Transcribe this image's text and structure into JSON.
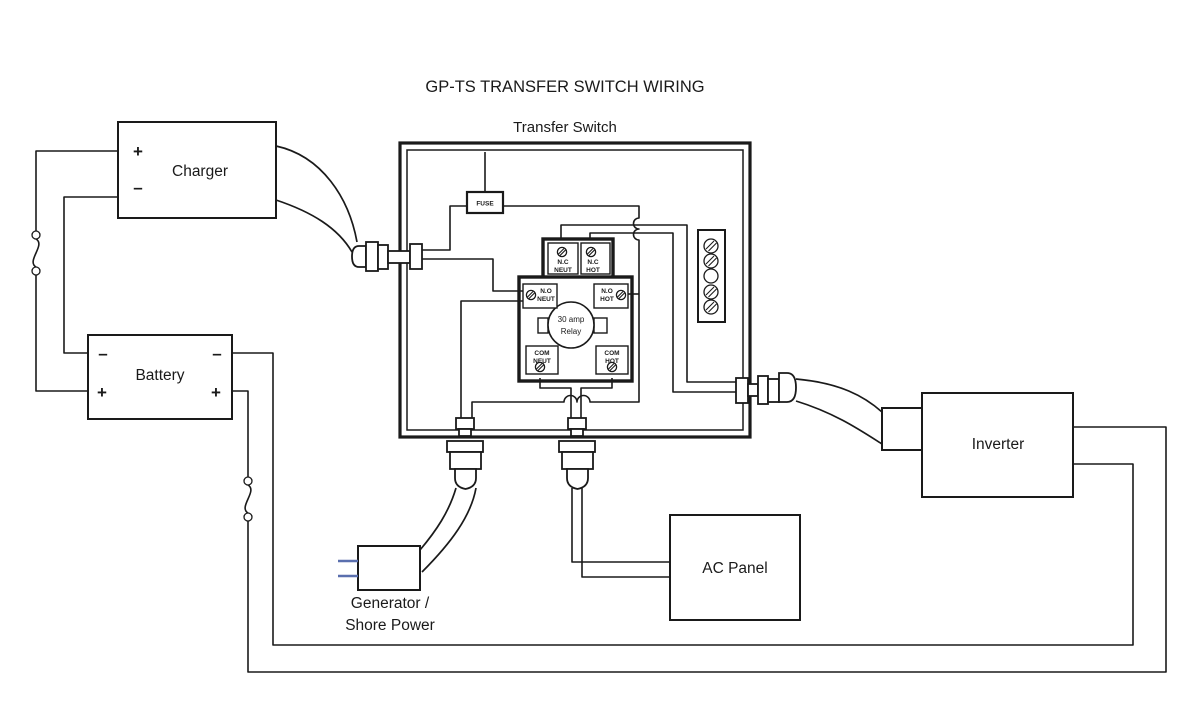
{
  "title": "GP-TS TRANSFER SWITCH WIRING",
  "transfer_switch": {
    "label": "Transfer Switch",
    "fuse": "FUSE",
    "relay": {
      "line1": "30 amp",
      "line2": "Relay"
    },
    "terminals": {
      "nc_neut": {
        "l1": "N.C",
        "l2": "NEUT"
      },
      "nc_hot": {
        "l1": "N.C",
        "l2": "HOT"
      },
      "no_neut": {
        "l1": "N.O",
        "l2": "NEUT"
      },
      "no_hot": {
        "l1": "N.O",
        "l2": "HOT"
      },
      "com_neut": {
        "l1": "COM",
        "l2": "NEUT"
      },
      "com_hot": {
        "l1": "COM",
        "l2": "HOT"
      }
    }
  },
  "components": {
    "charger": {
      "label": "Charger",
      "plus": "+",
      "minus": "–"
    },
    "battery": {
      "label": "Battery",
      "plus": "+",
      "minus": "–"
    },
    "generator": {
      "line1": "Generator /",
      "line2": "Shore Power"
    },
    "ac_panel": {
      "label": "AC Panel"
    },
    "inverter": {
      "label": "Inverter"
    }
  },
  "colors": {
    "line": "#1a1a1a",
    "prong_blue": "#5a6fae",
    "background": "#ffffff"
  }
}
